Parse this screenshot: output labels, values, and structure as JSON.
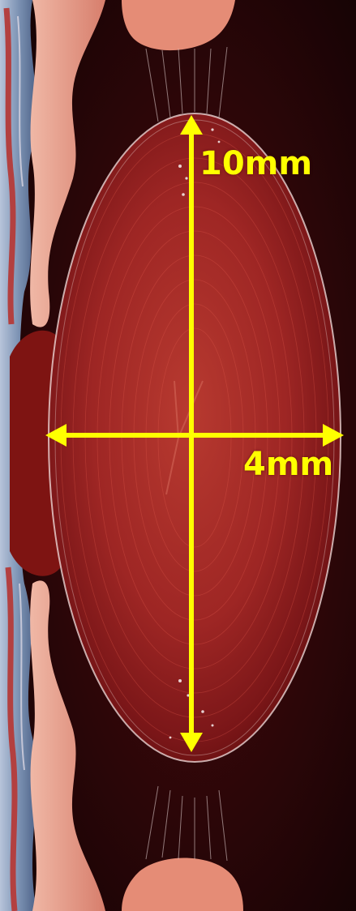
{
  "figure": {
    "subject": "eye lens",
    "colors": {
      "annotation": "#ffff00",
      "lens_core": "#b02a24",
      "lens_edge": "#5e0d0c",
      "background": "#1c0406",
      "iris_tissue": "#e8a08c",
      "sclera_blue": "#7d93b4"
    },
    "annotations": {
      "height_label": "10mm",
      "width_label": "4mm"
    }
  }
}
